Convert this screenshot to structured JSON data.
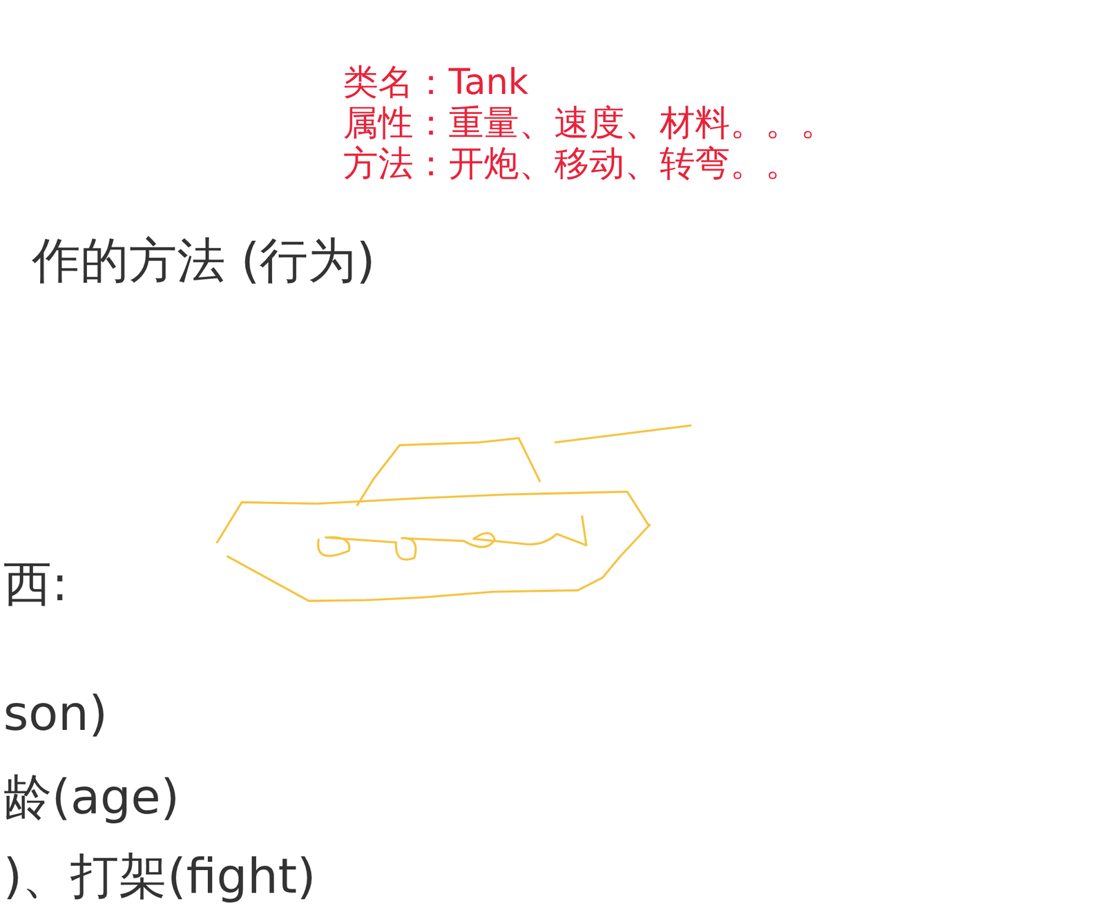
{
  "diagram": {
    "labels": [
      "类名：Tank",
      "属性：重量、速度、材料。。。",
      "方法：开炮、移动、转弯。。",
      "作的方法 (行为)",
      "西:",
      "son)",
      "龄(age)",
      ")、打架(fight)"
    ]
  }
}
